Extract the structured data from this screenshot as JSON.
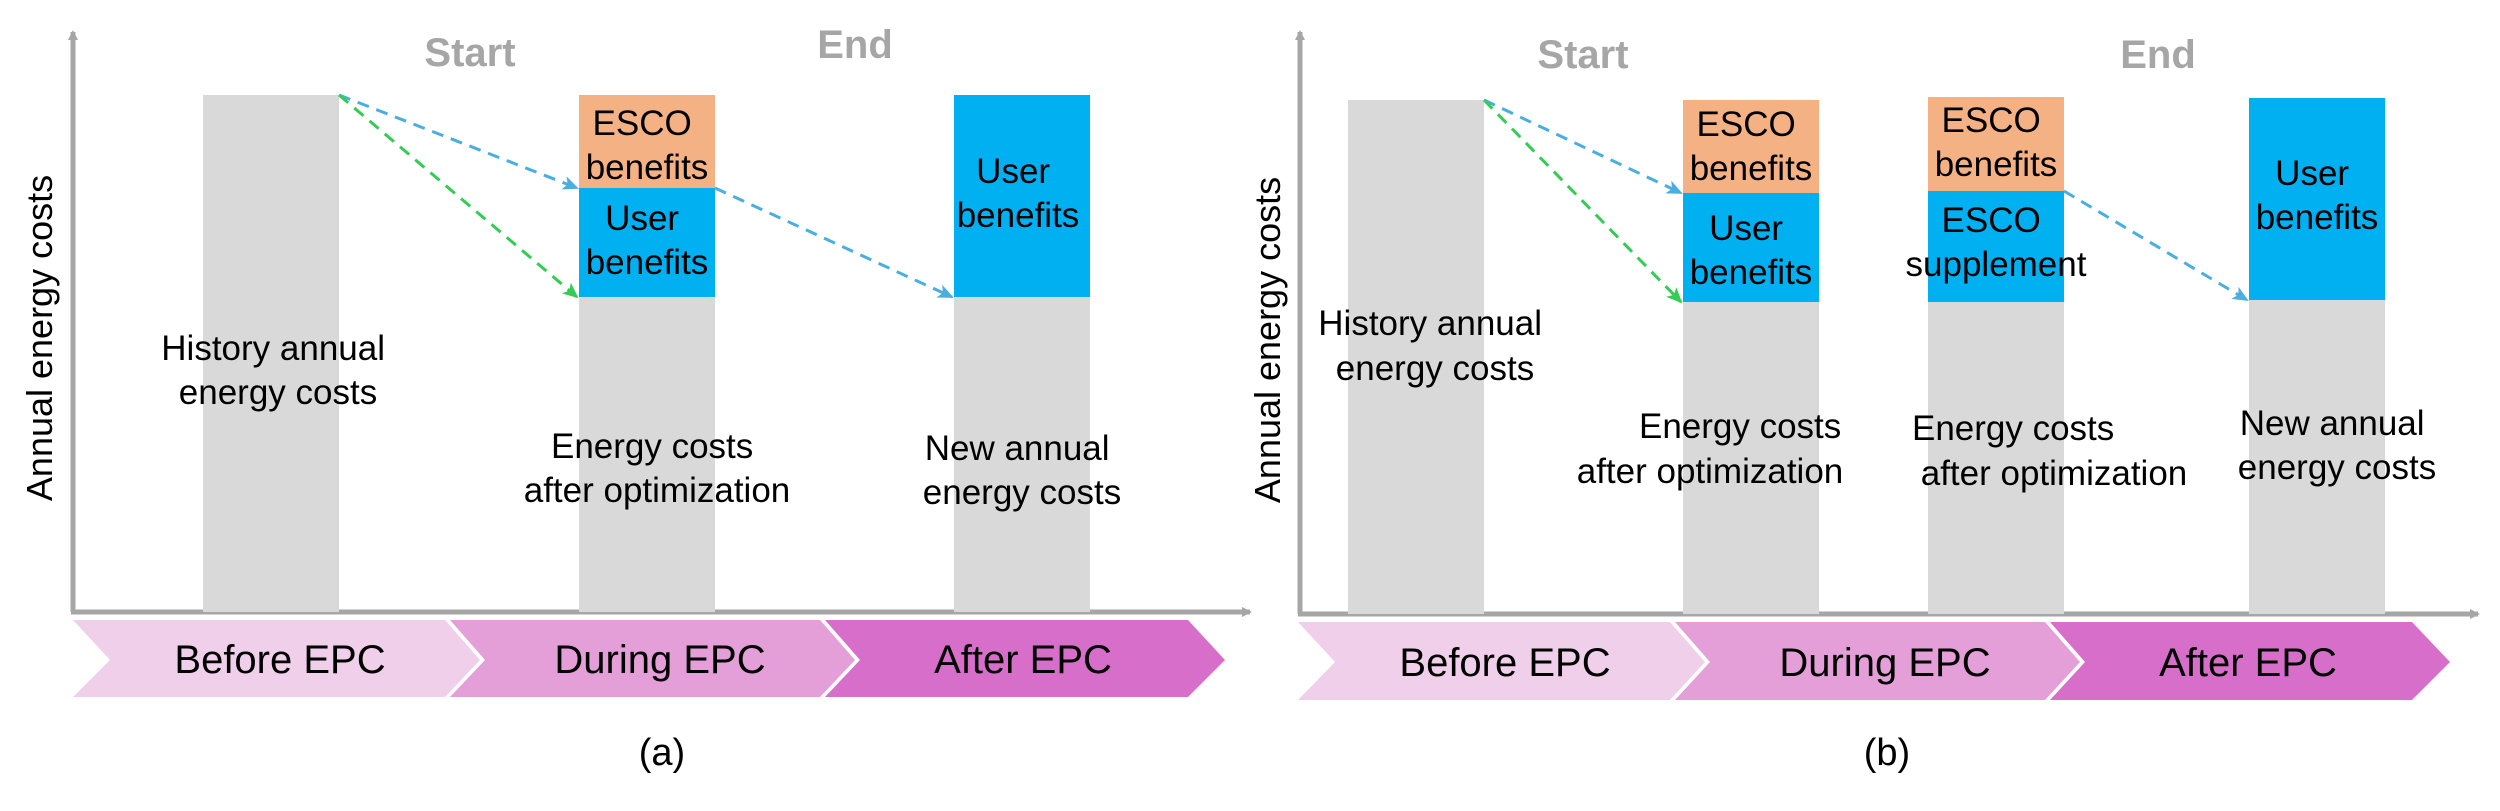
{
  "colors": {
    "gray": "#d9d9d9",
    "blue": "#00b0f0",
    "orange": "#f4b183",
    "axis": "#a6a6a6",
    "marker": "#a6a6a6",
    "arrow_blue": "#4aaee0",
    "arrow_green": "#33cc55",
    "phase_before": "#f0cfea",
    "phase_during": "#e49ed8",
    "phase_after": "#d76fca",
    "text": "#000000"
  },
  "panel_a": {
    "y_axis_label": "Annual energy costs",
    "start_label": "Start",
    "end_label": "End",
    "history_label": [
      "History annual",
      "energy costs"
    ],
    "esco_benefits": [
      "ESCO",
      "benefits"
    ],
    "user_benefits_mid": [
      "User",
      "benefits"
    ],
    "after_opt_label": [
      "Energy costs",
      "after optimization"
    ],
    "user_benefits_end": [
      "User",
      "benefits"
    ],
    "new_cost_label": [
      "New annual",
      "energy costs"
    ],
    "phases": [
      "Before EPC",
      "During EPC",
      "After EPC"
    ],
    "caption": "(a)"
  },
  "panel_b": {
    "y_axis_label": "Annual energy costs",
    "start_label": "Start",
    "end_label": "End",
    "history_label": [
      "History annual",
      "energy costs"
    ],
    "esco_benefits_1": [
      "ESCO",
      "benefits"
    ],
    "user_benefits_1": [
      "User",
      "benefits"
    ],
    "after_opt_label_1": [
      "Energy costs",
      "after optimization"
    ],
    "esco_benefits_2": [
      "ESCO",
      "benefits"
    ],
    "esco_supplement": [
      "ESCO",
      "supplement"
    ],
    "after_opt_label_2": [
      "Energy costs",
      "after optimization"
    ],
    "user_benefits_end": [
      "User",
      "benefits"
    ],
    "new_cost_label": [
      "New annual",
      "energy costs"
    ],
    "phases": [
      "Before EPC",
      "During EPC",
      "After EPC"
    ],
    "caption": "(b)"
  }
}
